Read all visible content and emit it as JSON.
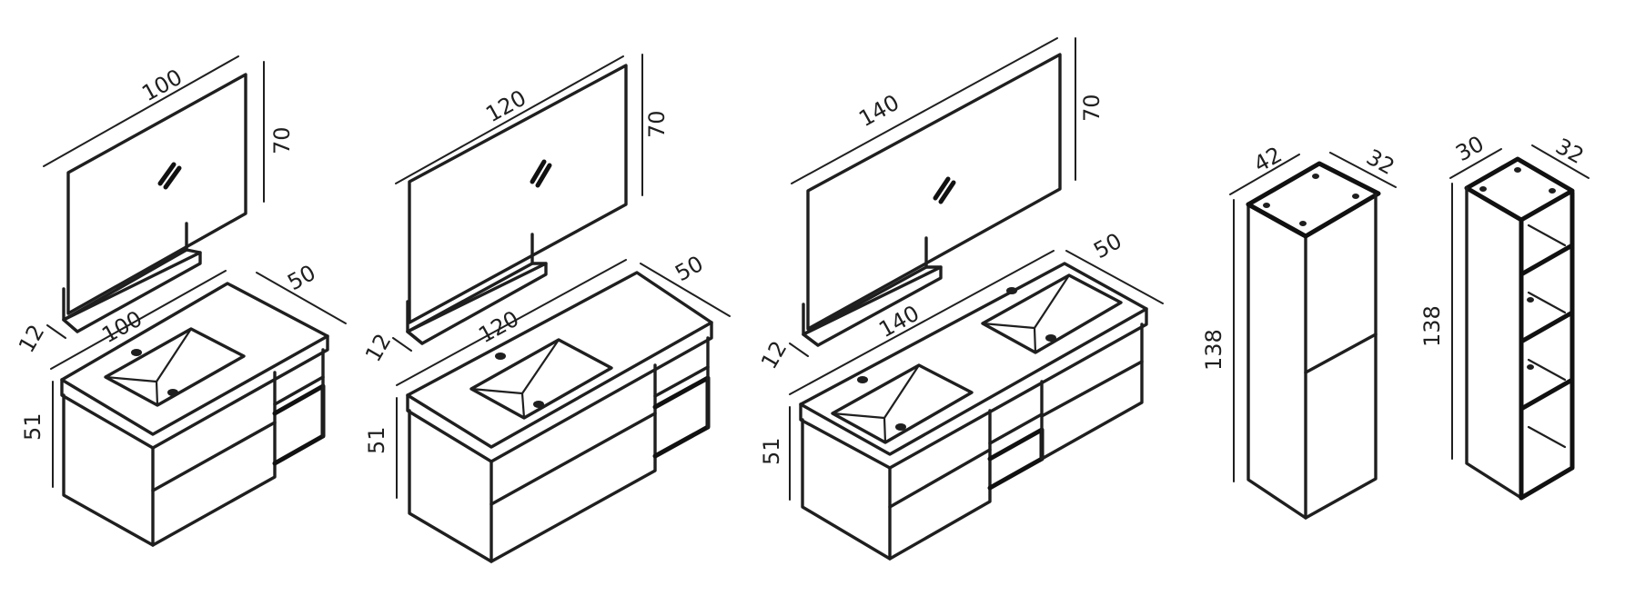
{
  "colors": {
    "background": "#ffffff",
    "line": "#1f1f1f"
  },
  "diagram": {
    "set_100": {
      "mirror_width": "100",
      "mirror_height": "70",
      "shelf_depth": "12",
      "vanity_width": "100",
      "vanity_depth": "50",
      "vanity_height": "51"
    },
    "set_120": {
      "mirror_width": "120",
      "mirror_height": "70",
      "shelf_depth": "12",
      "vanity_width": "120",
      "vanity_depth": "50",
      "vanity_height": "51"
    },
    "set_140": {
      "mirror_width": "140",
      "mirror_height": "70",
      "shelf_depth": "12",
      "vanity_width": "140",
      "vanity_depth": "50",
      "vanity_height": "51"
    },
    "tall_cabinet": {
      "width": "42",
      "depth": "32",
      "height": "138"
    },
    "open_shelf": {
      "width": "30",
      "depth": "32",
      "height": "138"
    }
  }
}
